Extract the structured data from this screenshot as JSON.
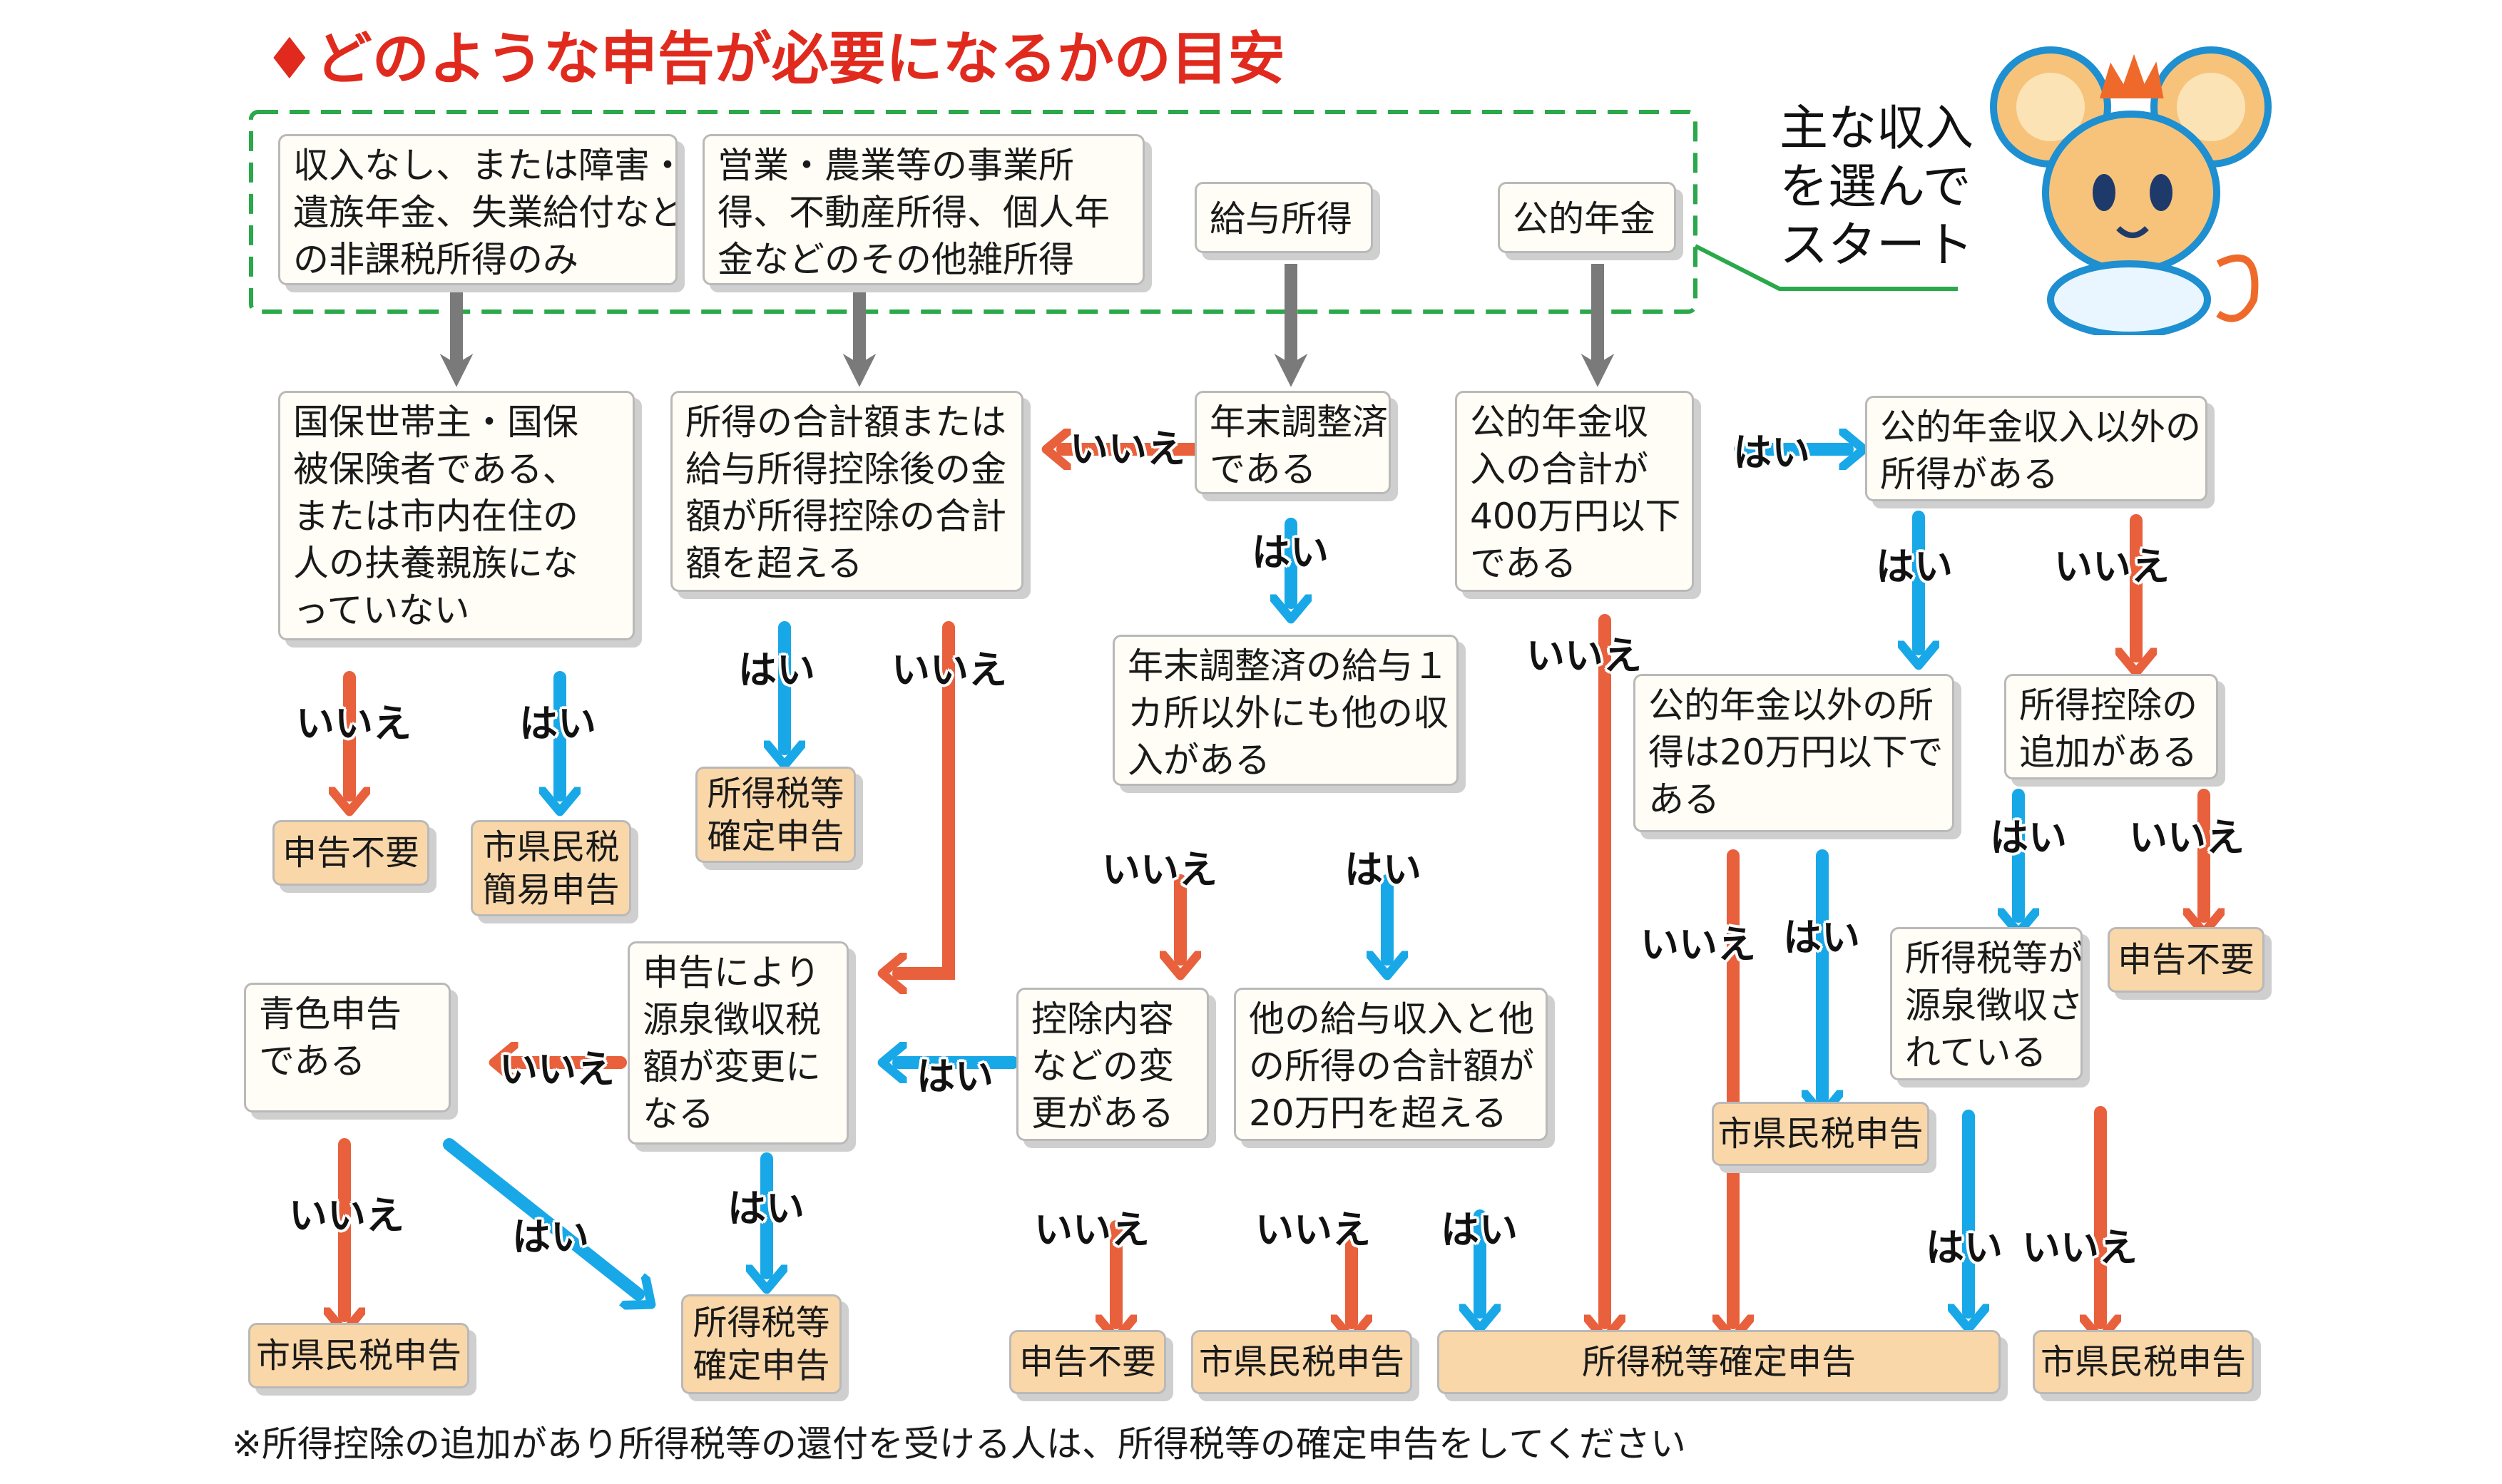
{
  "title": "♦どのような申告が必要になるかの目安",
  "start_label": "主な収入\nを選んで\nスタート",
  "footnote": "※所得控除の追加があり所得税等の還付を受ける人は、所得税等の確定申告をしてください",
  "colors": {
    "title": "#e02a1e",
    "no_arrow": "#e8603c",
    "yes_arrow": "#18a8e8",
    "start_arrow": "#7a7a7a",
    "start_border": "#2aa84a",
    "result_fill": "#fad7a8"
  },
  "income_boxes": [
    {
      "id": "nontax",
      "text": "収入なし、または障害・\n遺族年金、失業給付など\nの非課税所得のみ"
    },
    {
      "id": "business",
      "text": "営業・農業等の事業所\n得、不動産所得、個人年\n金などのその他雑所得"
    },
    {
      "id": "salary",
      "text": "給与所得"
    },
    {
      "id": "pension",
      "text": "公的年金"
    }
  ],
  "questions": [
    {
      "id": "q_nonkoku",
      "text": "国保世帯主・国保\n被保険者である、\nまたは市内在住の\n人の扶養親族にな\nっていない"
    },
    {
      "id": "q_total",
      "text": "所得の合計額または\n給与所得控除後の金\n額が所得控除の合計\n額を超える"
    },
    {
      "id": "q_nenmatsu",
      "text": "年末調整済\nである"
    },
    {
      "id": "q_pension400",
      "text": "公的年金収\n入の合計が\n400万円以下\nである"
    },
    {
      "id": "q_other_income",
      "text": "公的年金収入以外の\n所得がある"
    },
    {
      "id": "q_salary_other",
      "text": "年末調整済の給与１\nカ所以外にも他の収\n入がある"
    },
    {
      "id": "q_other20",
      "text": "公的年金以外の所\n得は20万円以下で\nある"
    },
    {
      "id": "q_deduction_add",
      "text": "所得控除の\n追加がある"
    },
    {
      "id": "q_blue",
      "text": "青色申告\nである"
    },
    {
      "id": "q_withholding_change",
      "text": "申告により\n源泉徴収税\n額が変更に\nなる"
    },
    {
      "id": "q_deduction_change",
      "text": "控除内容\nなどの変\n更がある"
    },
    {
      "id": "q_other_salary20",
      "text": "他の給与収入と他\nの所得の合計額が\n20万円を超える"
    },
    {
      "id": "q_withheld",
      "text": "所得税等が\n源泉徴収さ\nれている"
    }
  ],
  "results": [
    {
      "id": "r1",
      "text": "申告不要"
    },
    {
      "id": "r2",
      "text": "市県民税\n簡易申告"
    },
    {
      "id": "r3",
      "text": "所得税等\n確定申告"
    },
    {
      "id": "r4",
      "text": "申告不要"
    },
    {
      "id": "r5",
      "text": "市県民税申告"
    },
    {
      "id": "r6",
      "text": "市県民税申告"
    },
    {
      "id": "r7",
      "text": "所得税等\n確定申告"
    },
    {
      "id": "r8",
      "text": "申告不要"
    },
    {
      "id": "r9",
      "text": "市県民税申告"
    },
    {
      "id": "r10",
      "text": "所得税等確定申告"
    },
    {
      "id": "r11",
      "text": "市県民税申告"
    }
  ],
  "labels": {
    "yes": "はい",
    "no": "いいえ"
  }
}
